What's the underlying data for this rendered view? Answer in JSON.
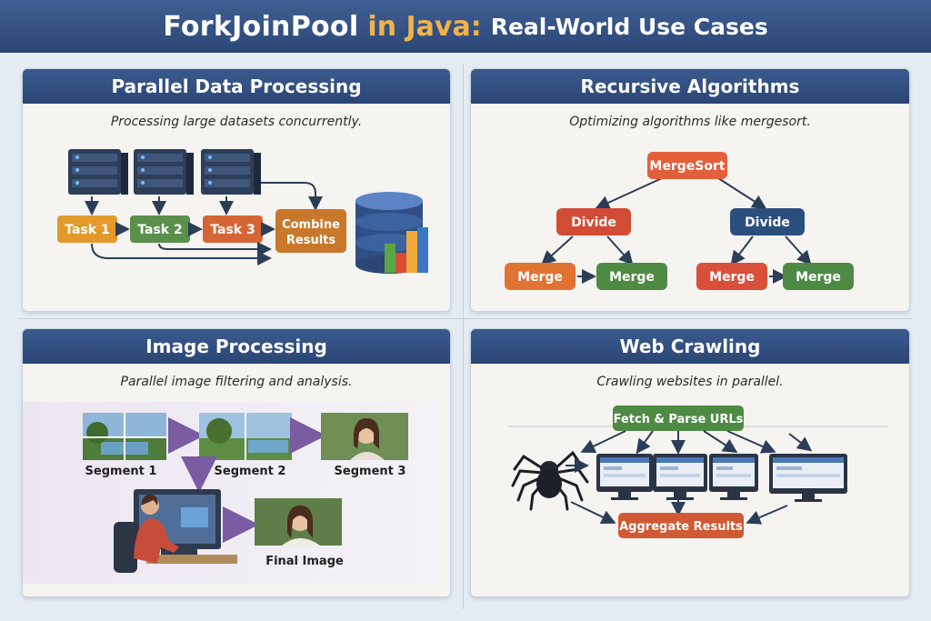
{
  "title": {
    "part1": "ForkJoinPool",
    "part2": "in Java:",
    "part3": "Real-World Use Cases"
  },
  "panels": {
    "data_processing": {
      "title": "Parallel Data Processing",
      "subtitle": "Processing large datasets concurrently.",
      "tasks": [
        "Task 1",
        "Task 2",
        "Task 3"
      ],
      "combine": [
        "Combine",
        "Results"
      ]
    },
    "recursive": {
      "title": "Recursive Algorithms",
      "subtitle": "Optimizing algorithms like mergesort.",
      "root": "MergeSort",
      "divide": [
        "Divide",
        "Divide"
      ],
      "merge": [
        "Merge",
        "Merge",
        "Merge",
        "Merge"
      ]
    },
    "image": {
      "title": "Image Processing",
      "subtitle": "Parallel image filtering and analysis.",
      "segments": [
        "Segment 1",
        "Segment 2",
        "Segment 3"
      ],
      "final": "Final Image"
    },
    "web": {
      "title": "Web Crawling",
      "subtitle": "Crawling websites in parallel.",
      "fetch": "Fetch & Parse URLs",
      "aggregate": "Aggregate Results"
    }
  },
  "colors": {
    "header": "#2f4c7e",
    "orange": "#e0891f",
    "green": "#4f8a45",
    "red": "#cf5a34",
    "brown": "#c9772a",
    "blue": "#2b4f7d",
    "accent": "#f1b24a"
  }
}
